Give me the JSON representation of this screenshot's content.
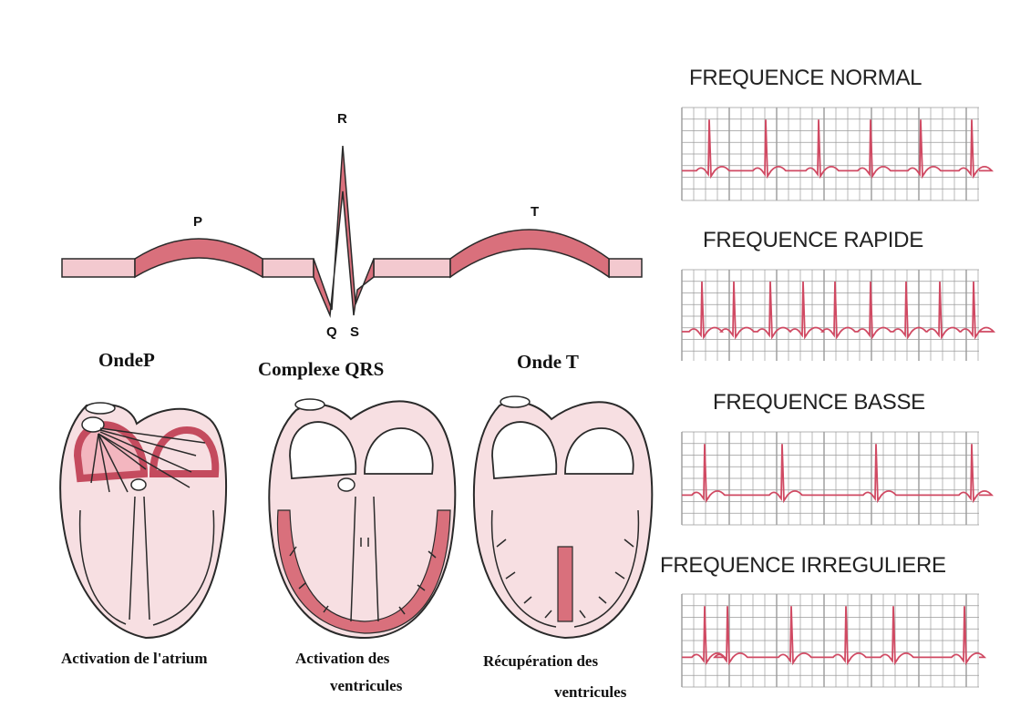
{
  "colors": {
    "band_light": "#f3c9cf",
    "band_dark": "#d9707c",
    "outline": "#2a2a2a",
    "heart_fill": "#f7dfe2",
    "grid": "#9a9a9a",
    "trace": "#d04a63"
  },
  "waveform": {
    "p_label": "P",
    "r_label": "R",
    "t_label": "T",
    "q_label": "Q",
    "s_label": "S"
  },
  "phases": [
    {
      "title": "OndeP",
      "caption": "Activation de l'atrium"
    },
    {
      "title": "Complexe QRS",
      "caption_line1": "Activation des",
      "caption_line2": "ventricules"
    },
    {
      "title": "Onde T",
      "caption_line1": "Récupération des",
      "caption_line2": "ventricules"
    }
  ],
  "rhythms": [
    {
      "title": "FREQUENCE NORMAL"
    },
    {
      "title": "FREQUENCE RAPIDE"
    },
    {
      "title": "FREQUENCE BASSE"
    },
    {
      "title": "FREQUENCE IRREGULIERE"
    }
  ]
}
